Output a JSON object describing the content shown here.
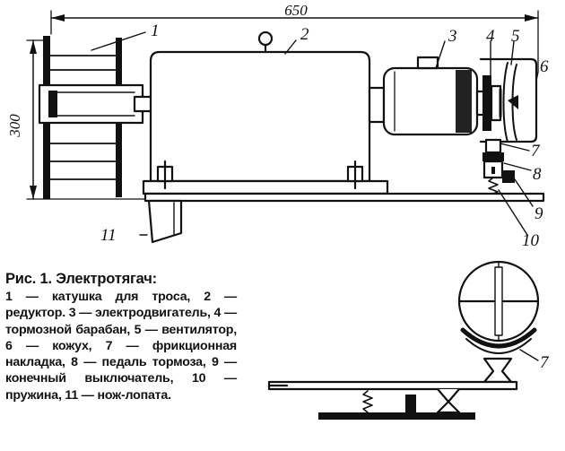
{
  "dimensions": {
    "width": "650",
    "height": "300"
  },
  "labels": [
    "1",
    "2",
    "3",
    "4",
    "5",
    "6",
    "7",
    "8",
    "9",
    "10",
    "11",
    "7"
  ],
  "caption": {
    "title": "Рис. 1. Электротягач:",
    "body": "1 — катушка для троса, 2 — редуктор. 3 — электродвигатель, 4 — тормозной барабан, 5 — вентилятор, 6 — кожух, 7 — фрикционная накладка, 8 — педаль тормоза, 9 — конечный выключатель, 10 — пружина, 11 — нож-лопата."
  }
}
